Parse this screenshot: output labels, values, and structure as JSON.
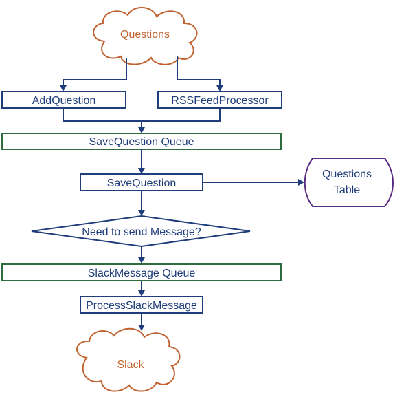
{
  "colors": {
    "cloud": "#c0622f",
    "function_box": "#1f3d7a",
    "queue_box": "#2f6b3c",
    "decision": "#1f3d7a",
    "table": "#5a2d82",
    "arrow": "#1f3d7a",
    "text": "#1f3d7a"
  },
  "nodes": {
    "questions_cloud": "Questions",
    "add_question": "AddQuestion",
    "rss_feed_processor": "RSSFeedProcessor",
    "save_question_queue": "SaveQuestion Queue",
    "save_question": "SaveQuestion",
    "questions_table_line1": "Questions",
    "questions_table_line2": "Table",
    "decision": "Need to send Message?",
    "slack_message_queue": "SlackMessage Queue",
    "process_slack_message": "ProcessSlackMessage",
    "slack_cloud": "Slack"
  }
}
